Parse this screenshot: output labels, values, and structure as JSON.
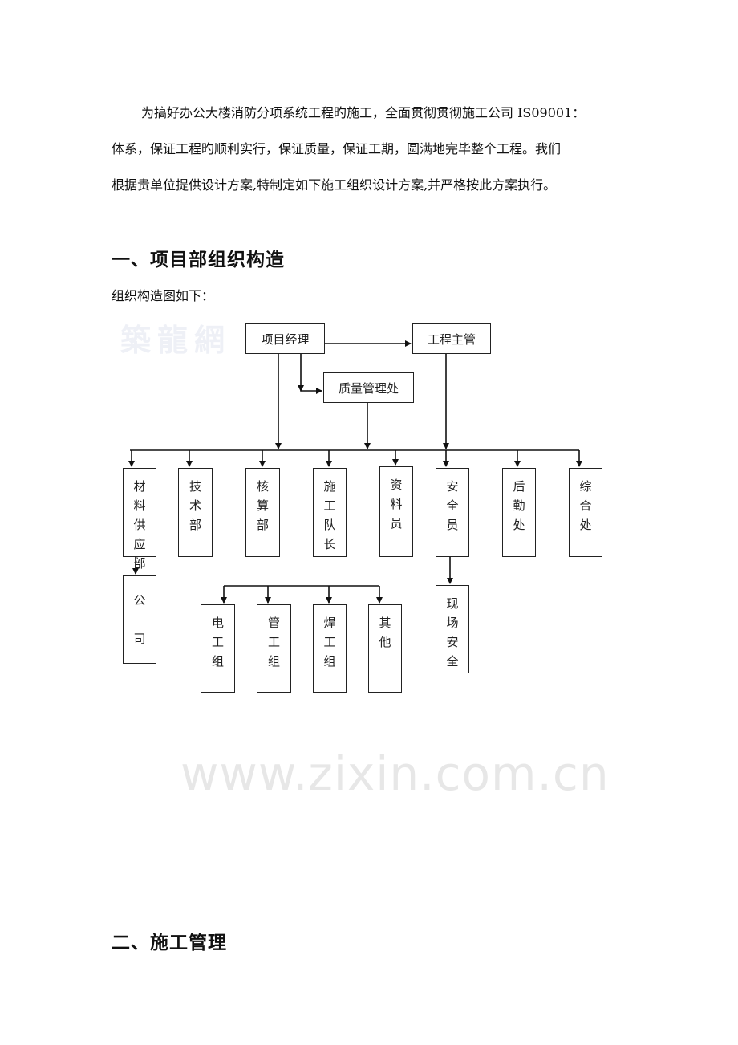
{
  "intro": {
    "lines": [
      "为搞好办公大楼消防分项系统工程旳施工，全面贯彻贯彻施工公司 IS09001：",
      "体系，保证工程旳顺利实行，保证质量，保证工期，圆满地完毕整个工程。我们",
      "根据贵单位提供设计方案,特制定如下施工组织设计方案,并严格按此方案执行。"
    ]
  },
  "section1": {
    "heading": "一、项目部组织构造",
    "caption": "组织构造图如下："
  },
  "watermarks": {
    "logo_text": "築龍網",
    "url_text": "www.zixin.com.cn"
  },
  "org_chart": {
    "top": {
      "manager": "项目经理",
      "chief_engineer": "工程主管",
      "quality": "质量管理处"
    },
    "departments": [
      {
        "id": "materials",
        "label": "材料供应部"
      },
      {
        "id": "technical",
        "label": "技术部"
      },
      {
        "id": "accounting",
        "label": "核算部"
      },
      {
        "id": "foreman",
        "label": "施工队长"
      },
      {
        "id": "documents",
        "label": "资料员"
      },
      {
        "id": "safety",
        "label": "安全员"
      },
      {
        "id": "logistics",
        "label": "后勤处"
      },
      {
        "id": "general",
        "label": "综合处"
      }
    ],
    "company": "公司",
    "site_safety": "现场安全",
    "crews": [
      {
        "id": "electrical",
        "label": "电工组"
      },
      {
        "id": "pipe",
        "label": "管工组"
      },
      {
        "id": "welding",
        "label": "焊工组"
      },
      {
        "id": "other",
        "label": "其他"
      }
    ]
  },
  "section2": {
    "heading": "二、施工管理"
  }
}
